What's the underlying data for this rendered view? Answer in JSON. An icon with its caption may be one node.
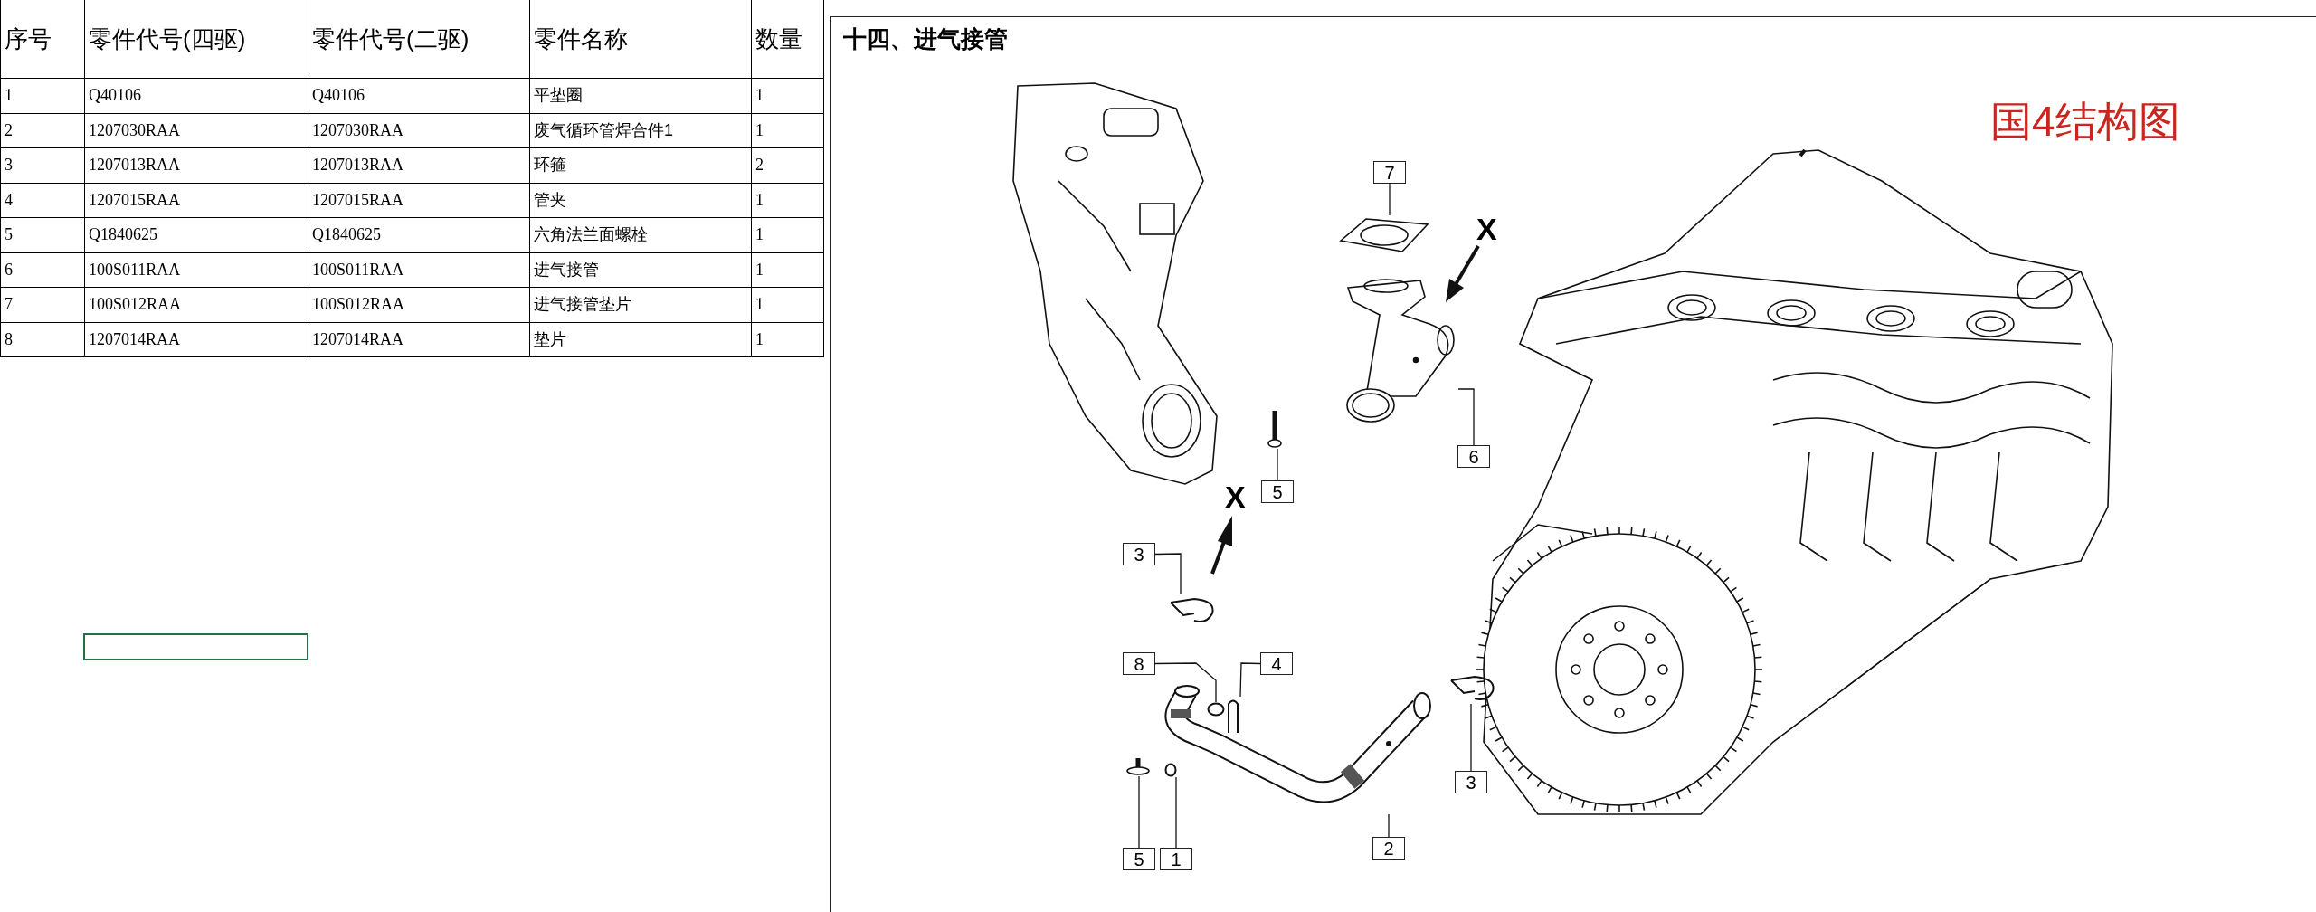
{
  "diagram": {
    "title": "十四、进气接管",
    "nodes": [
      {
        "text": [
          "7"
        ]
      },
      {
        "text": [
          "6"
        ]
      },
      {
        "text": [
          "5"
        ]
      },
      {
        "text": [
          "3"
        ]
      },
      {
        "text": [
          "8"
        ]
      },
      {
        "text": [
          "4"
        ]
      },
      {
        "text": [
          "3"
        ]
      },
      {
        "text": [
          "2"
        ]
      },
      {
        "text": [
          "5"
        ]
      },
      {
        "text": [
          "1"
        ]
      },
      {
        "text": [],
        "shape": "picture"
      },
      {
        "text": [],
        "shape": "picture"
      },
      {
        "text": [],
        "shape": "picture"
      },
      {
        "text": [],
        "shape": "picture"
      },
      {
        "text": [],
        "shape": "circle",
        "in": 17
      },
      {
        "text": [],
        "shape": "picture",
        "in": 17
      },
      {
        "text": [],
        "shape": "picture"
      },
      {
        "text": [],
        "shape": "picture"
      },
      {
        "text": [],
        "shape": "picture"
      },
      {
        "text": [],
        "shape": "circle"
      }
    ],
    "edges": [
      {
        "from": 0,
        "to": 10,
        "arrow": "none"
      },
      {
        "from": 1,
        "to": 11,
        "arrow": "none"
      },
      {
        "from": 2,
        "to": 12,
        "arrow": "none"
      },
      {
        "from": 3,
        "to": 13,
        "arrow": "none"
      },
      {
        "from": 4,
        "to": 14,
        "arrow": "none"
      },
      {
        "from": 5,
        "to": 15,
        "arrow": "none"
      },
      {
        "from": 6,
        "to": 16,
        "arrow": "none"
      },
      {
        "from": 7,
        "to": 17,
        "arrow": "none"
      },
      {
        "from": 8,
        "to": 18,
        "arrow": "none"
      },
      {
        "from": 9,
        "to": 19,
        "arrow": "none"
      }
    ],
    "labels": [
      "序号",
      "零件代号(四驱)",
      "零件代号(二驱)",
      "零件名称",
      "数量",
      "1",
      "Q40106",
      "Q40106",
      "平垫圈",
      "1",
      "2",
      "1207030RAA",
      "1207030RAA",
      "废气循环管焊合件1",
      "1",
      "3",
      "1207013RAA",
      "1207013RAA",
      "环箍",
      "2",
      "4",
      "1207015RAA",
      "1207015RAA",
      "管夹",
      "1",
      "5",
      "Q1840625",
      "Q1840625",
      "六角法兰面螺栓",
      "1",
      "6",
      "100S011RAA",
      "100S011RAA",
      "进气接管",
      "1",
      "7",
      "100S012RAA",
      "100S012RAA",
      "进气接管垫片",
      "1",
      "8",
      "1207014RAA",
      "1207014RAA",
      "垫片",
      "1",
      "国4结构图",
      "X",
      "X"
    ]
  }
}
